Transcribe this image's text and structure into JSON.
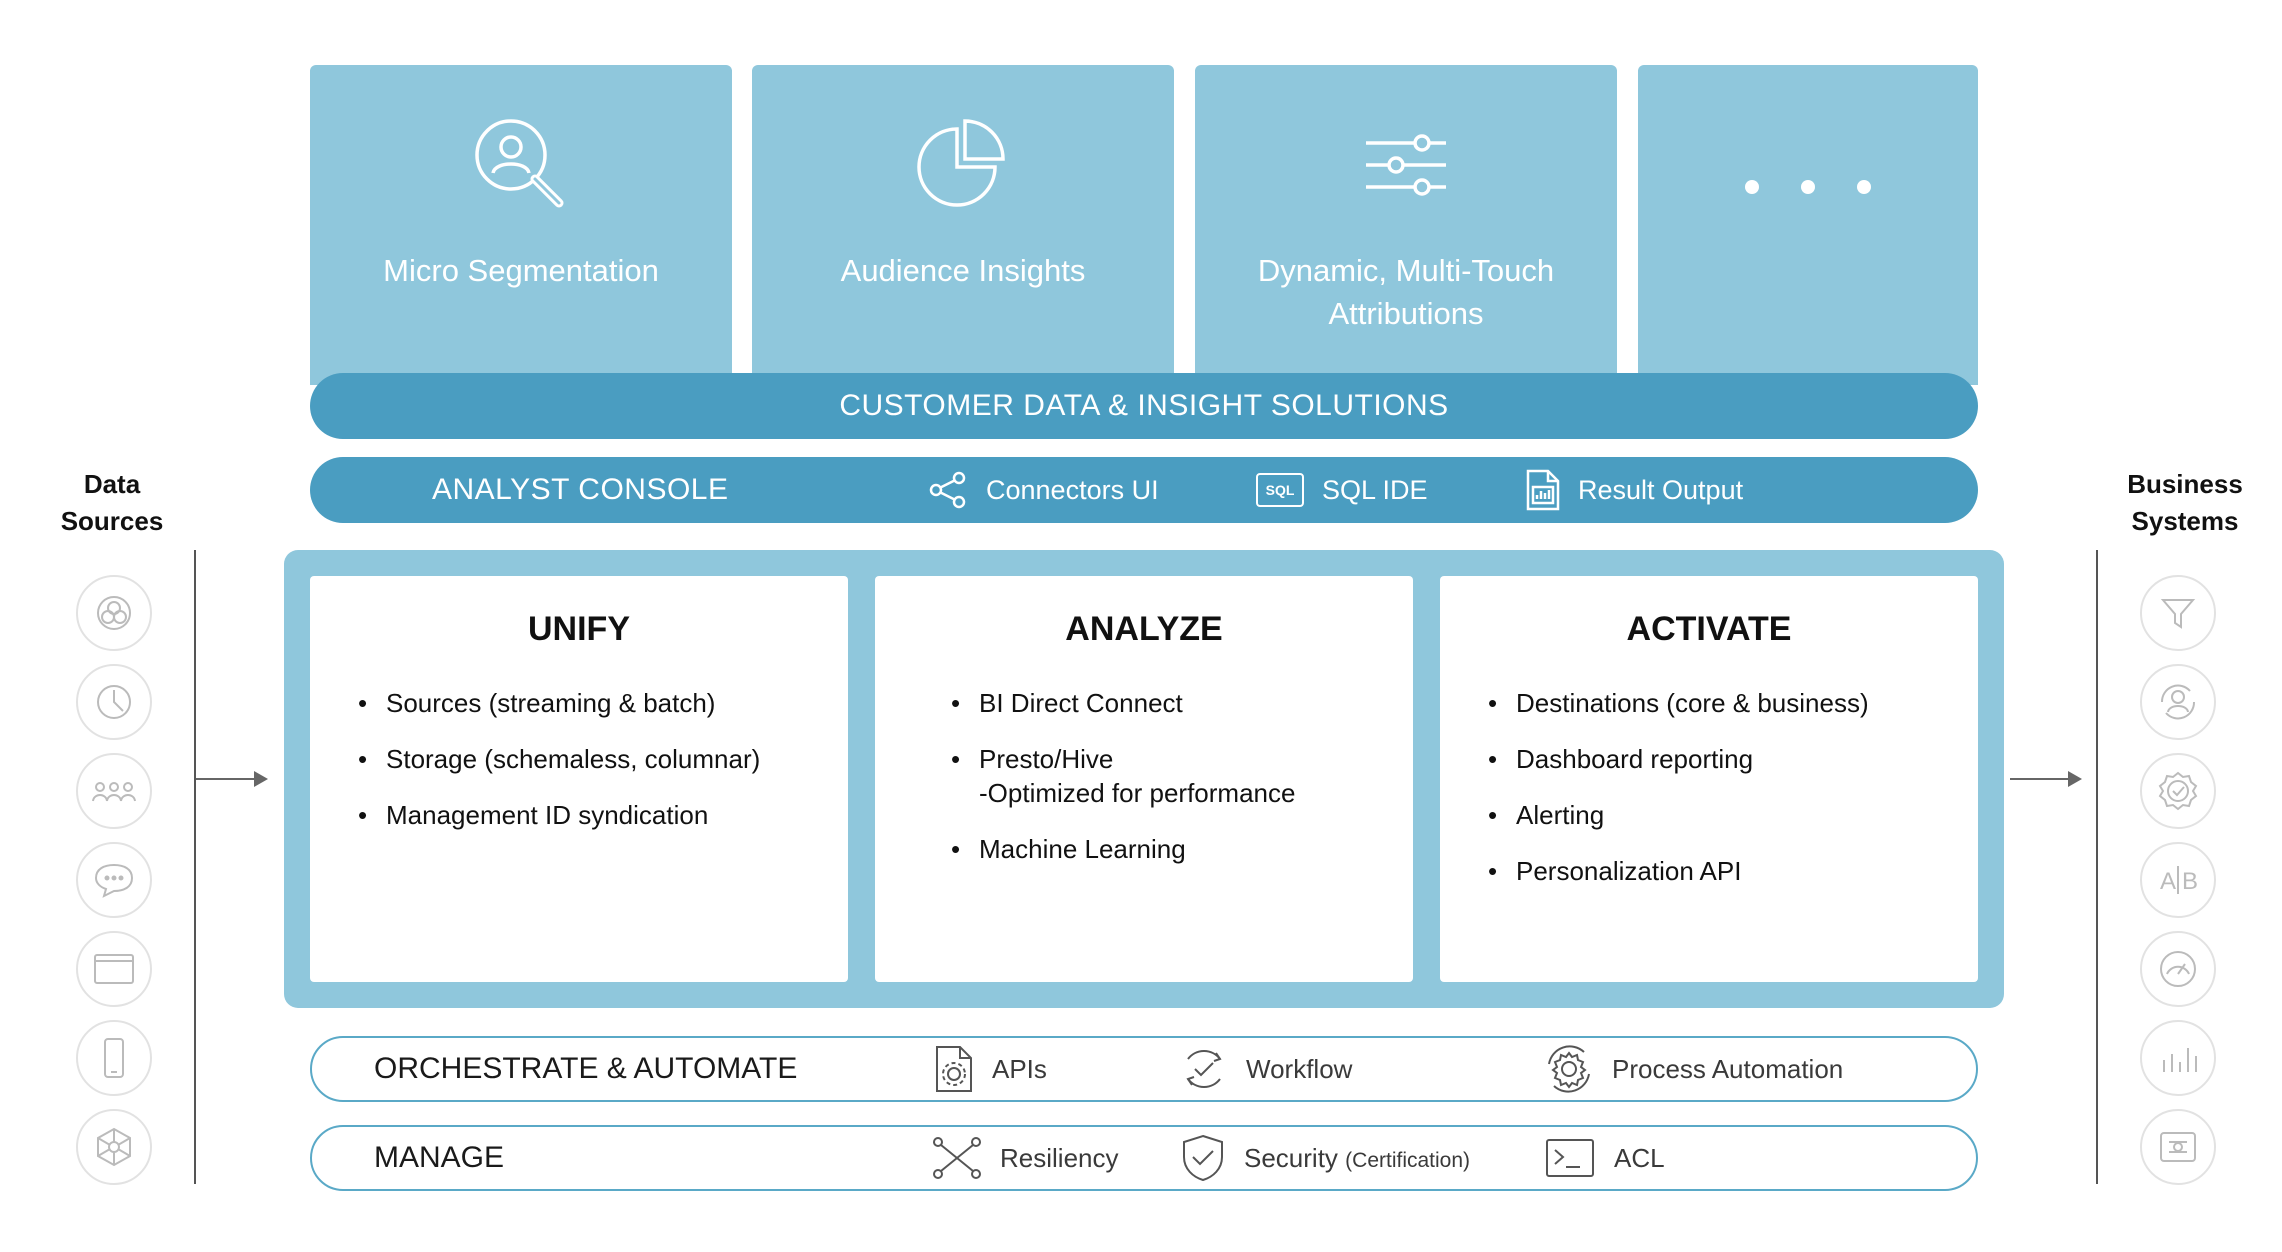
{
  "tiles": [
    {
      "label": "Micro Segmentation",
      "icon": "person-search-icon"
    },
    {
      "label": "Audience Insights",
      "icon": "pie-chart-icon"
    },
    {
      "label": "Dynamic, Multi-Touch Attributions",
      "icon": "sliders-icon"
    },
    {
      "label": "",
      "icon": "ellipsis-icon"
    }
  ],
  "solutions_bar": {
    "title": "CUSTOMER DATA & INSIGHT SOLUTIONS"
  },
  "console_bar": {
    "title": "ANALYST CONSOLE",
    "items": [
      {
        "label": "Connectors UI",
        "icon": "share-icon"
      },
      {
        "label": "SQL IDE",
        "icon": "sql-icon",
        "badge": "SQL"
      },
      {
        "label": "Result Output",
        "icon": "report-icon"
      }
    ]
  },
  "left": {
    "title_line1": "Data",
    "title_line2": "Sources"
  },
  "right": {
    "title_line1": "Business",
    "title_line2": "Systems"
  },
  "cards": [
    {
      "title": "UNIFY",
      "items": [
        "Sources (streaming & batch)",
        "Storage (schemaless, columnar)",
        "Management  ID syndication"
      ]
    },
    {
      "title": "ANALYZE",
      "items": [
        "BI Direct Connect",
        "Presto/Hive",
        "Machine Learning"
      ],
      "sub": "-Optimized for performance"
    },
    {
      "title": "ACTIVATE",
      "items": [
        "Destinations (core & business)",
        "Dashboard reporting",
        "Alerting",
        "Personalization API"
      ]
    }
  ],
  "orchestrate_bar": {
    "title": "ORCHESTRATE & AUTOMATE",
    "items": [
      {
        "label": "APIs",
        "icon": "api-doc-icon"
      },
      {
        "label": "Workflow",
        "icon": "workflow-icon"
      },
      {
        "label": "Process Automation",
        "icon": "automation-gear-icon"
      }
    ]
  },
  "manage_bar": {
    "title": "MANAGE",
    "items": [
      {
        "label": "Resiliency",
        "icon": "resiliency-icon"
      },
      {
        "label": "Security",
        "suffix": "(Certification)",
        "icon": "shield-check-icon"
      },
      {
        "label": "ACL",
        "icon": "terminal-icon"
      }
    ]
  },
  "colors": {
    "tile": "#8fc7dc",
    "bar": "#4a9dc1",
    "outline": "#5aa9c7"
  }
}
